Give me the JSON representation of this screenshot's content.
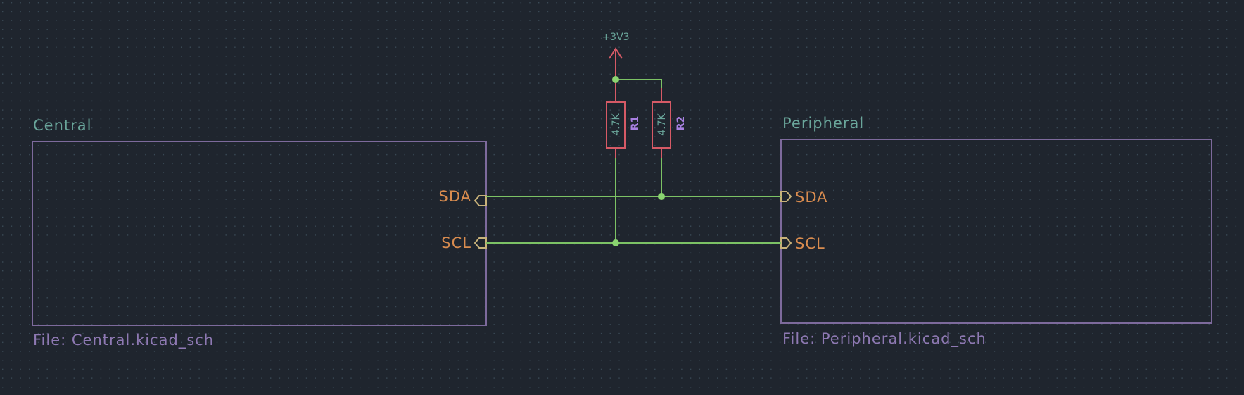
{
  "colors": {
    "background": "#1f252e",
    "grid_dot": "#3a4a56",
    "sheet_border": "#7d6a9c",
    "wire": "#7cc265",
    "junction": "#8ad470",
    "resistor": "#d65a66",
    "power_symbol": "#d65a66",
    "pin_port": "#c8b27a"
  },
  "sheets": {
    "central": {
      "name": "Central",
      "file": "File: Central.kicad_sch",
      "pins": [
        "SDA",
        "SCL"
      ]
    },
    "peripheral": {
      "name": "Peripheral",
      "file": "File: Peripheral.kicad_sch",
      "pins": [
        "SDA",
        "SCL"
      ]
    }
  },
  "power": {
    "label": "+3V3"
  },
  "resistors": [
    {
      "ref": "R1",
      "value": "4.7K"
    },
    {
      "ref": "R2",
      "value": "4.7K"
    }
  ]
}
